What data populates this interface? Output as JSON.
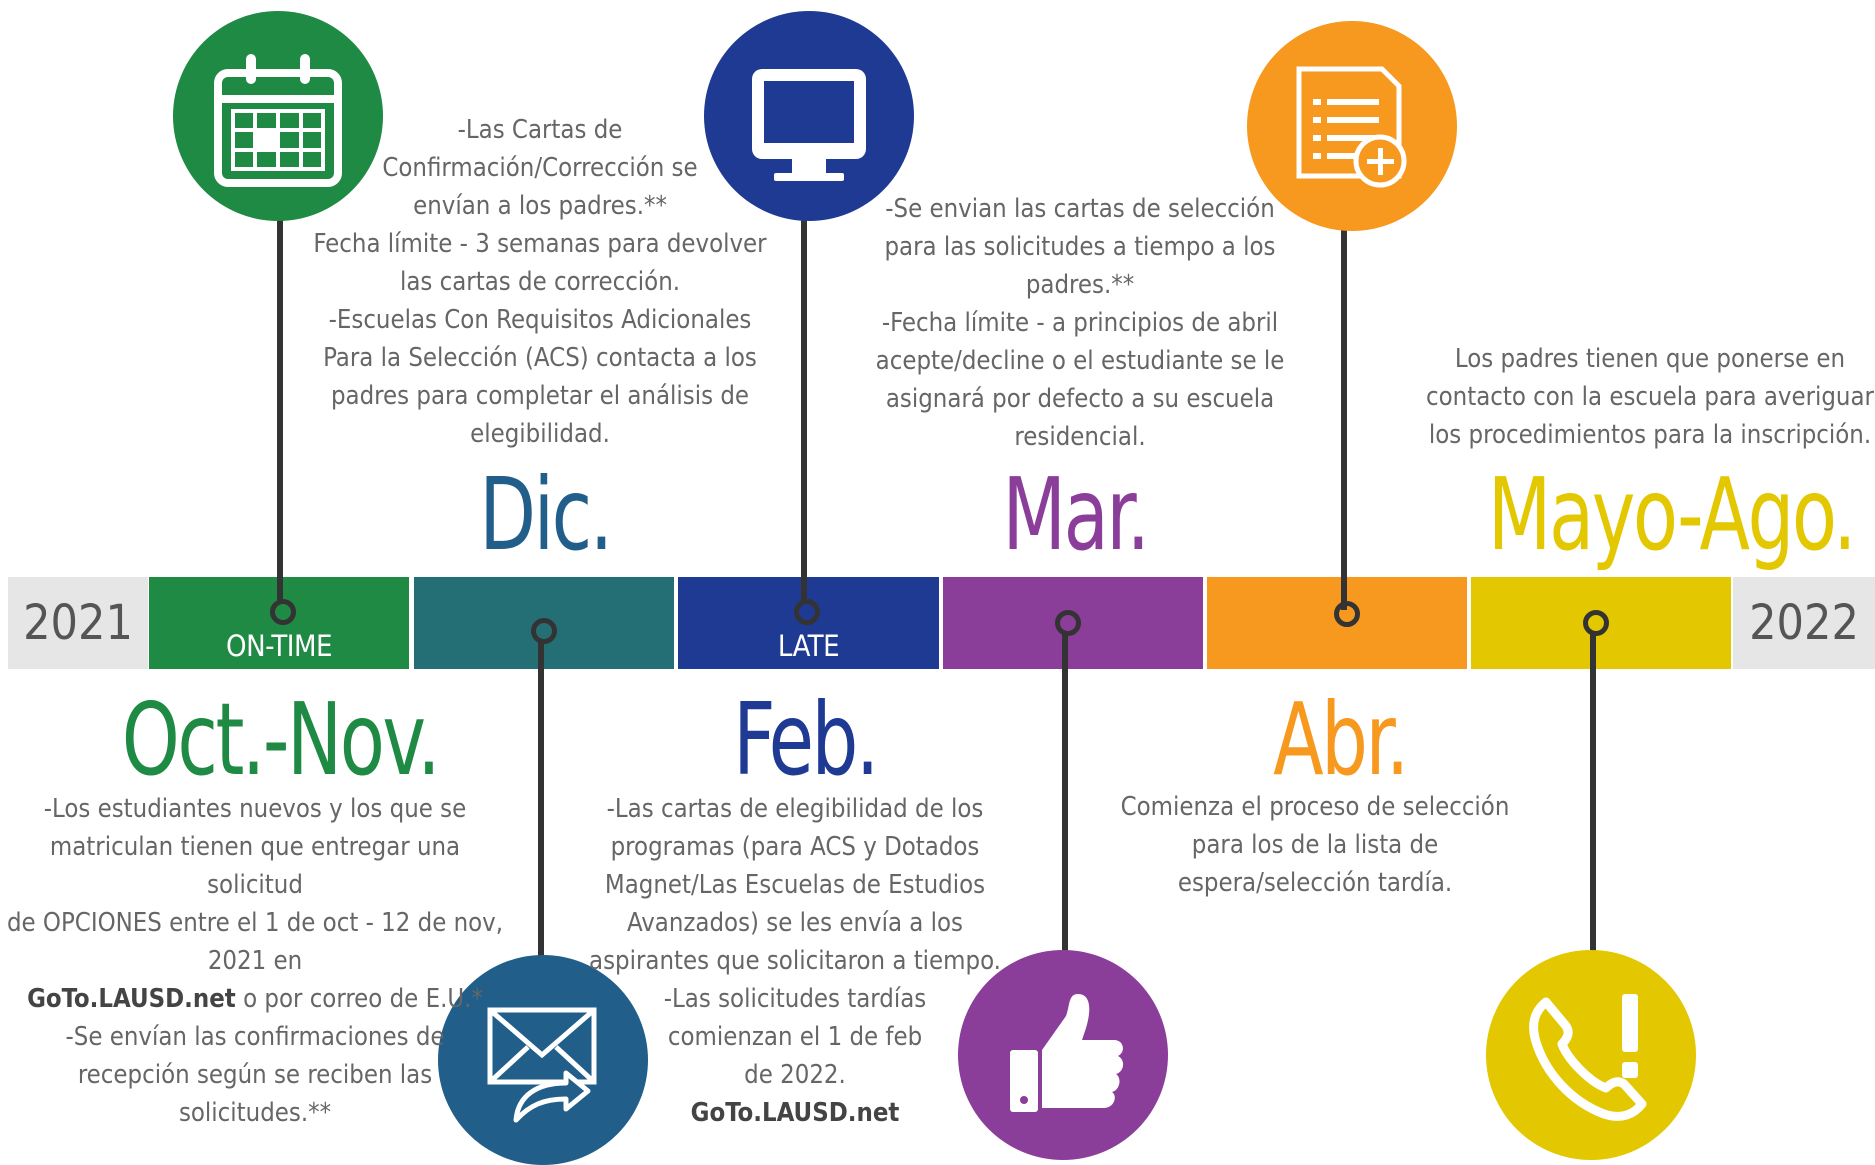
{
  "years": {
    "start": "2021",
    "end": "2022"
  },
  "status_labels": {
    "on_time": "ON-TIME",
    "late": "LATE"
  },
  "colors": {
    "green": "#1e8a43",
    "teal": "#246f75",
    "navy": "#1f3a93",
    "purple": "#8b3d9a",
    "orange": "#f7991f",
    "yellow": "#e3c700",
    "blue": "#215f8a",
    "gray_bar": "#e6e6e6",
    "stem": "#333333"
  },
  "periods": {
    "oct_nov": {
      "title": "Oct.-Nov.",
      "icon": "calendar-icon",
      "lines": [
        "-Los estudiantes nuevos y los que se",
        "matriculan tienen que entregar una solicitud",
        "de OPCIONES entre el 1 de oct - 12 de nov,",
        "2021 en"
      ],
      "link": "GoTo.LAUSD.net",
      "link_suffix": " o por correo de E.U.*",
      "lines_after": [
        "-Se envían las confirmaciones de",
        "recepción según se reciben las",
        "solicitudes.**"
      ]
    },
    "dic": {
      "title": "Dic.",
      "icon": "envelope-forward-icon",
      "lines": [
        "-Las Cartas de",
        "Confirmación/Corrección se",
        "envían a los padres.**",
        "Fecha límite - 3 semanas para devolver",
        "las cartas de corrección.",
        "-Escuelas Con Requisitos Adicionales",
        "Para la Selección (ACS) contacta a los",
        "padres para completar el análisis de",
        "elegibilidad."
      ]
    },
    "feb": {
      "title": "Feb.",
      "icon": "computer-monitor-icon",
      "lines": [
        "-Las cartas de elegibilidad de los",
        "programas (para ACS y Dotados",
        "Magnet/Las Escuelas de Estudios",
        "Avanzados) se les envía a los",
        "aspirantes que solicitaron a tiempo.",
        "-Las solicitudes tardías",
        "comienzan el 1 de feb",
        "de 2022."
      ],
      "link": "GoTo.LAUSD.net"
    },
    "mar": {
      "title": "Mar.",
      "icon": "thumbs-up-icon",
      "lines": [
        "-Se envian las cartas de selección",
        "para las solicitudes a tiempo a los",
        "padres.**",
        "-Fecha límite - a principios de abril",
        "acepte/decline o el estudiante se le",
        "asignará por defecto a su escuela",
        "residencial."
      ]
    },
    "abr": {
      "title": "Abr.",
      "icon": "document-add-icon",
      "lines": [
        "Comienza el proceso de selección",
        "para los de la lista de",
        "espera/selección tardía."
      ]
    },
    "mayo_ago": {
      "title": "Mayo-Ago.",
      "icon": "phone-alert-icon",
      "lines": [
        "Los padres tienen que ponerse en",
        "contacto con la escuela para averiguar",
        "los procedimientos para la inscripción."
      ]
    }
  }
}
